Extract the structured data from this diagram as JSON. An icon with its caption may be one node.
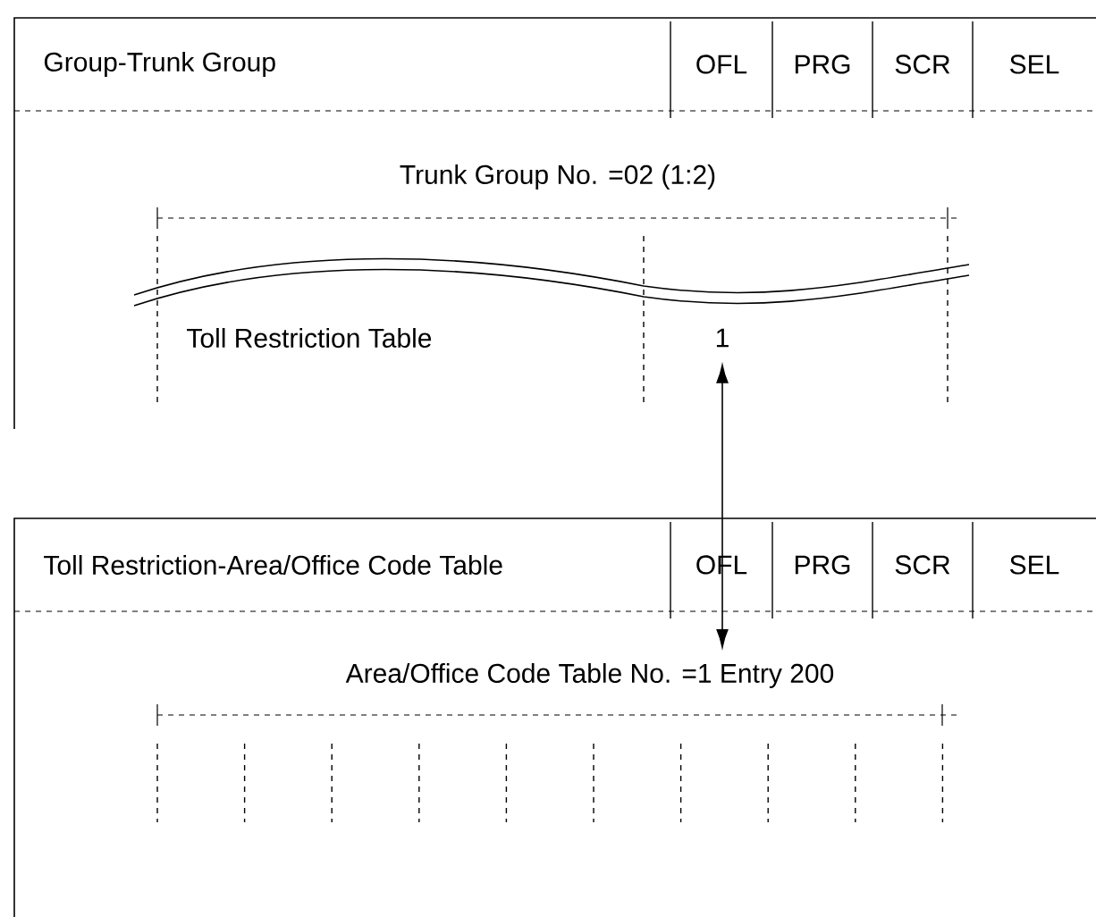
{
  "diagram": {
    "nodes": [
      {
        "text": [
          "Group-Trunk Group"
        ]
      },
      {
        "text": [
          "Trunk Group No. =02 (1:2)"
        ],
        "in": 0
      },
      {
        "text": [
          "Toll Restriction Table"
        ],
        "in": 1
      },
      {
        "text": [
          "1"
        ],
        "in": 1
      },
      {
        "text": [
          "Toll Restriction-Area/Office Code Table"
        ]
      },
      {
        "text": [
          "Area/Office Code Table No. =1 Entry 200"
        ],
        "in": 4
      }
    ],
    "edges": [
      {
        "from": 3,
        "to": 5,
        "arrow": "both"
      }
    ],
    "labels": [
      "OFL",
      "PRG",
      "SCR",
      "SEL",
      "OFL",
      "PRG",
      "SCR",
      "SEL"
    ]
  }
}
